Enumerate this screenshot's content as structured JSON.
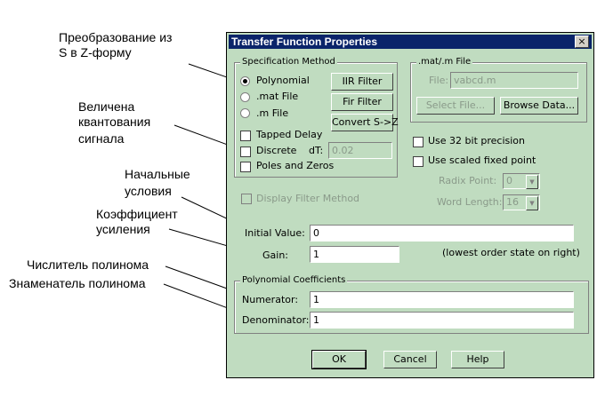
{
  "annotations": {
    "z_transform": [
      "Преобразование из",
      "S в Z-форму"
    ],
    "quantization": [
      "Величена",
      "квантования",
      "сигнала"
    ],
    "initial": [
      "Начальные",
      "условия"
    ],
    "gain": [
      "Коэффициент",
      "усиления"
    ],
    "numerator": "Числитель полинома",
    "denominator": "Знаменатель полинома"
  },
  "dialog": {
    "title": "Transfer Function Properties",
    "close_glyph": "×",
    "spec_method": {
      "legend": "Specification Method",
      "polynomial": "Polynomial",
      "mat_file": ".mat File",
      "m_file": ".m File",
      "tapped_delay": "Tapped Delay",
      "discrete": "Discrete",
      "dt_label": "dT:",
      "dt_value": "0.02",
      "poles_zeros": "Poles and Zeros",
      "iir_filter": "IIR Filter",
      "fir_filter": "Fir Filter",
      "convert": "Convert S->Z"
    },
    "mat_file_group": {
      "legend": ".mat/.m File",
      "file_label": "File:",
      "file_value": "vabcd.m",
      "select_file": "Select File...",
      "browse_data": "Browse Data..."
    },
    "options": {
      "use_32bit": "Use 32 bit precision",
      "use_scaled": "Use scaled fixed point",
      "radix_label": "Radix Point:",
      "radix_value": "0",
      "word_label": "Word Length:",
      "word_value": "16",
      "display_filter": "Display Filter Method"
    },
    "initial_value": {
      "label": "Initial Value:",
      "value": "0"
    },
    "gain": {
      "label": "Gain:",
      "value": "1",
      "note": "(lowest order state on right)"
    },
    "poly_coeffs": {
      "legend": "Polynomial Coefficients",
      "numerator_label": "Numerator:",
      "numerator_value": "1",
      "denominator_label": "Denominator:",
      "denominator_value": "1"
    },
    "buttons": {
      "ok": "OK",
      "cancel": "Cancel",
      "help": "Help"
    }
  }
}
